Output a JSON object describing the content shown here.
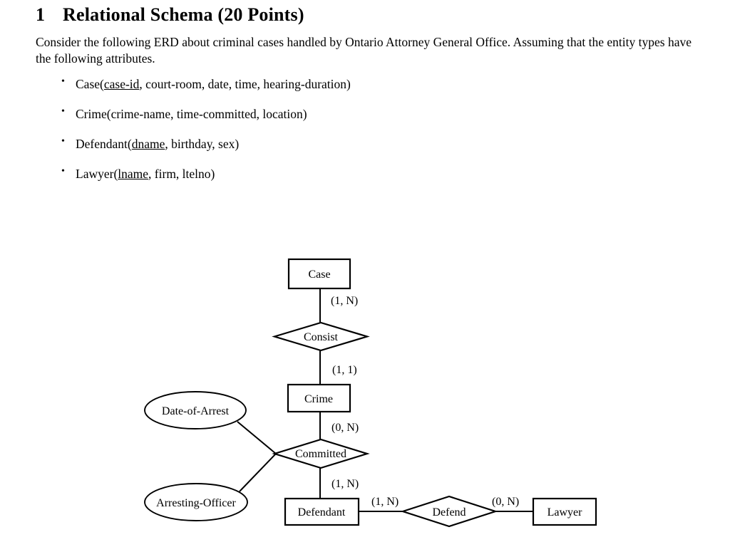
{
  "document": {
    "section_number": "1",
    "section_title": "Relational Schema (20 Points)",
    "intro": "Consider the following ERD about criminal cases handled by Ontario Attorney General Office. Assuming that the entity types have the following attributes.",
    "bullet_glyph": "•",
    "entities": [
      {
        "name": "Case",
        "open_paren": "(",
        "key": "case-id",
        "rest": ", court-room, date, time, hearing-duration)"
      },
      {
        "name": "Crime",
        "open_paren": "(",
        "key": "",
        "rest": "crime-name, time-committed, location)"
      },
      {
        "name": "Defendant",
        "open_paren": "(",
        "key": "dname",
        "rest": ", birthday, sex)"
      },
      {
        "name": "Lawyer",
        "open_paren": "(",
        "key": "lname",
        "rest": ", firm, ltelno)"
      }
    ]
  },
  "erd": {
    "entities": [
      {
        "id": "case",
        "label": "Case"
      },
      {
        "id": "crime",
        "label": "Crime"
      },
      {
        "id": "defendant",
        "label": "Defendant"
      },
      {
        "id": "lawyer",
        "label": "Lawyer"
      }
    ],
    "relationships": [
      {
        "id": "consist",
        "label": "Consist"
      },
      {
        "id": "committed",
        "label": "Committed"
      },
      {
        "id": "defend",
        "label": "Defend"
      }
    ],
    "attributes": [
      {
        "id": "date-of-arrest",
        "label": "Date-of-Arrest"
      },
      {
        "id": "arresting-officer",
        "label": "Arresting-Officer"
      }
    ],
    "cardinalities": [
      {
        "id": "case-consist",
        "label": "(1, N)"
      },
      {
        "id": "consist-crime",
        "label": "(1, 1)"
      },
      {
        "id": "crime-committed",
        "label": "(0, N)"
      },
      {
        "id": "committed-defendant",
        "label": "(1, N)"
      },
      {
        "id": "defendant-defend",
        "label": "(1, N)"
      },
      {
        "id": "defend-lawyer",
        "label": "(0, N)"
      }
    ]
  },
  "colors": {
    "background": "#ffffff",
    "ink": "#000000"
  }
}
